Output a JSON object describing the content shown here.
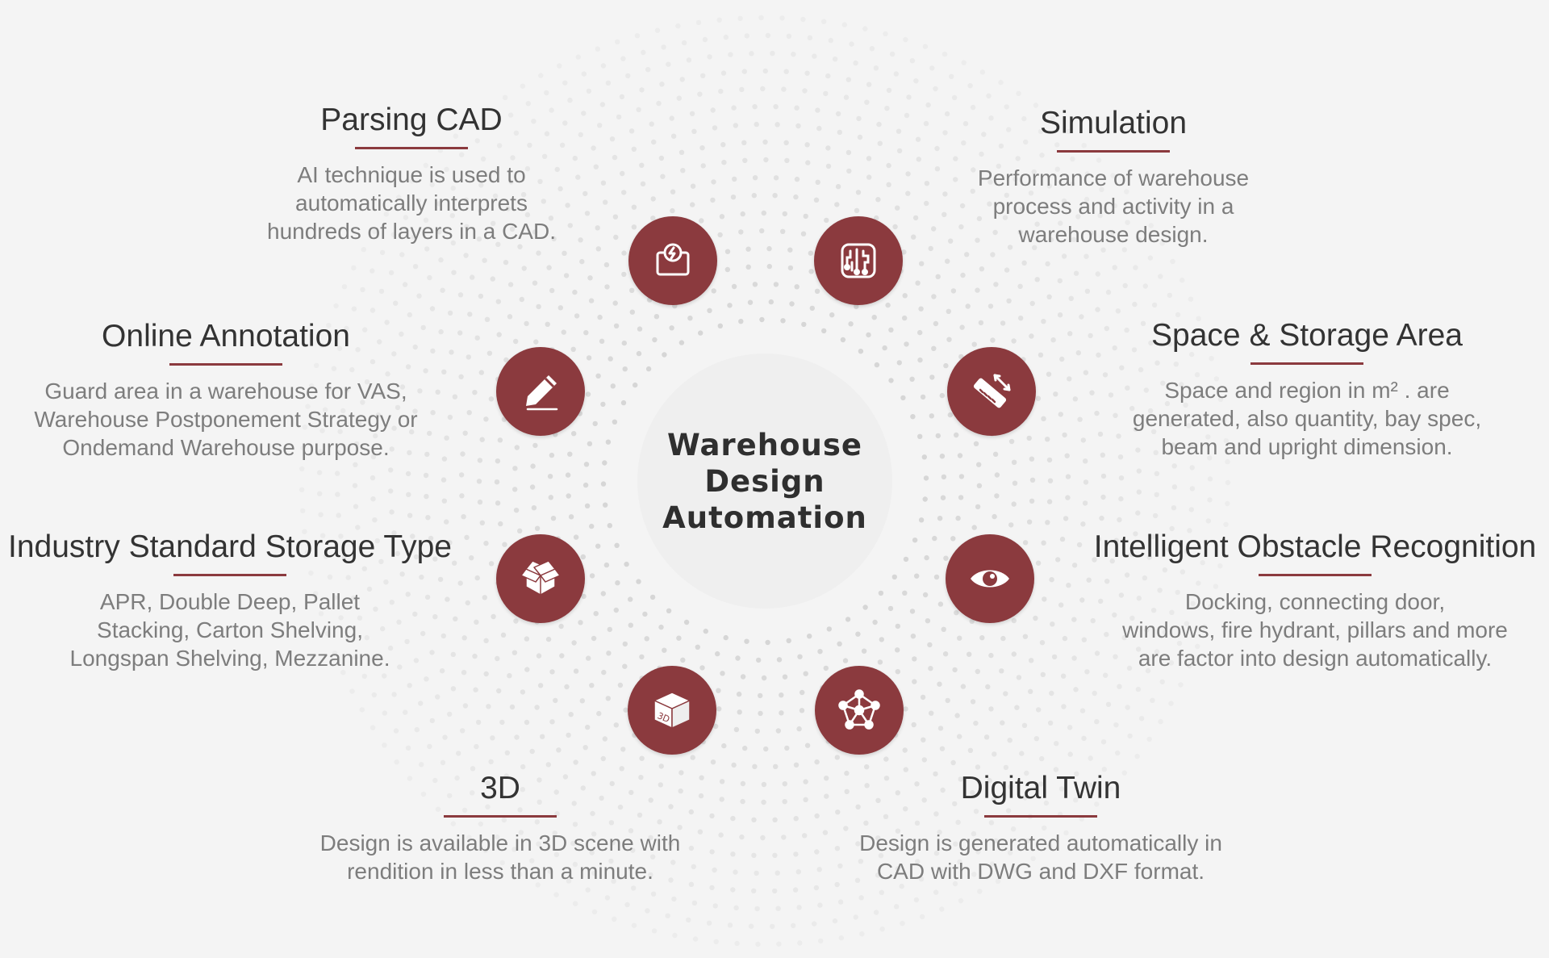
{
  "center": {
    "title": "Warehouse\nDesign\nAutomation"
  },
  "features": {
    "parsing_cad": {
      "title": "Parsing CAD",
      "desc": "AI technique is used to\nautomatically interprets\nhundreds of layers in a CAD.",
      "icon": "cad-upload-icon"
    },
    "simulation": {
      "title": "Simulation",
      "desc": "Performance of warehouse\nprocess and activity in a\nwarehouse design.",
      "icon": "circuit-board-icon"
    },
    "online_annotation": {
      "title": "Online Annotation",
      "desc": "Guard area in a warehouse for VAS,\nWarehouse Postponement Strategy or\nOndemand Warehouse purpose.",
      "icon": "pencil-icon"
    },
    "space_storage": {
      "title": "Space & Storage Area",
      "desc": "Space and region in m² . are\ngenerated, also quantity, bay spec,\nbeam and upright dimension.",
      "icon": "ruler-icon"
    },
    "industry_storage": {
      "title": "Industry Standard Storage Type",
      "desc": "APR, Double Deep, Pallet\nStacking, Carton Shelving,\nLongspan Shelving, Mezzanine.",
      "icon": "open-box-icon"
    },
    "obstacle_recognition": {
      "title": "Intelligent Obstacle Recognition",
      "desc": "Docking, connecting door,\nwindows, fire hydrant, pillars and more\nare factor into design automatically.",
      "icon": "eye-icon"
    },
    "three_d": {
      "title": "3D",
      "desc": "Design is available in 3D scene with\nrendition in less than a minute.",
      "icon": "cube-3d-icon",
      "icon_label": "3D"
    },
    "digital_twin": {
      "title": "Digital Twin",
      "desc": "Design is generated automatically in\nCAD with DWG and DXF format.",
      "icon": "network-pentagon-icon"
    }
  },
  "colors": {
    "accent": "#8b3a3e",
    "background": "#f4f4f4",
    "dots": "#d6d6d6"
  }
}
